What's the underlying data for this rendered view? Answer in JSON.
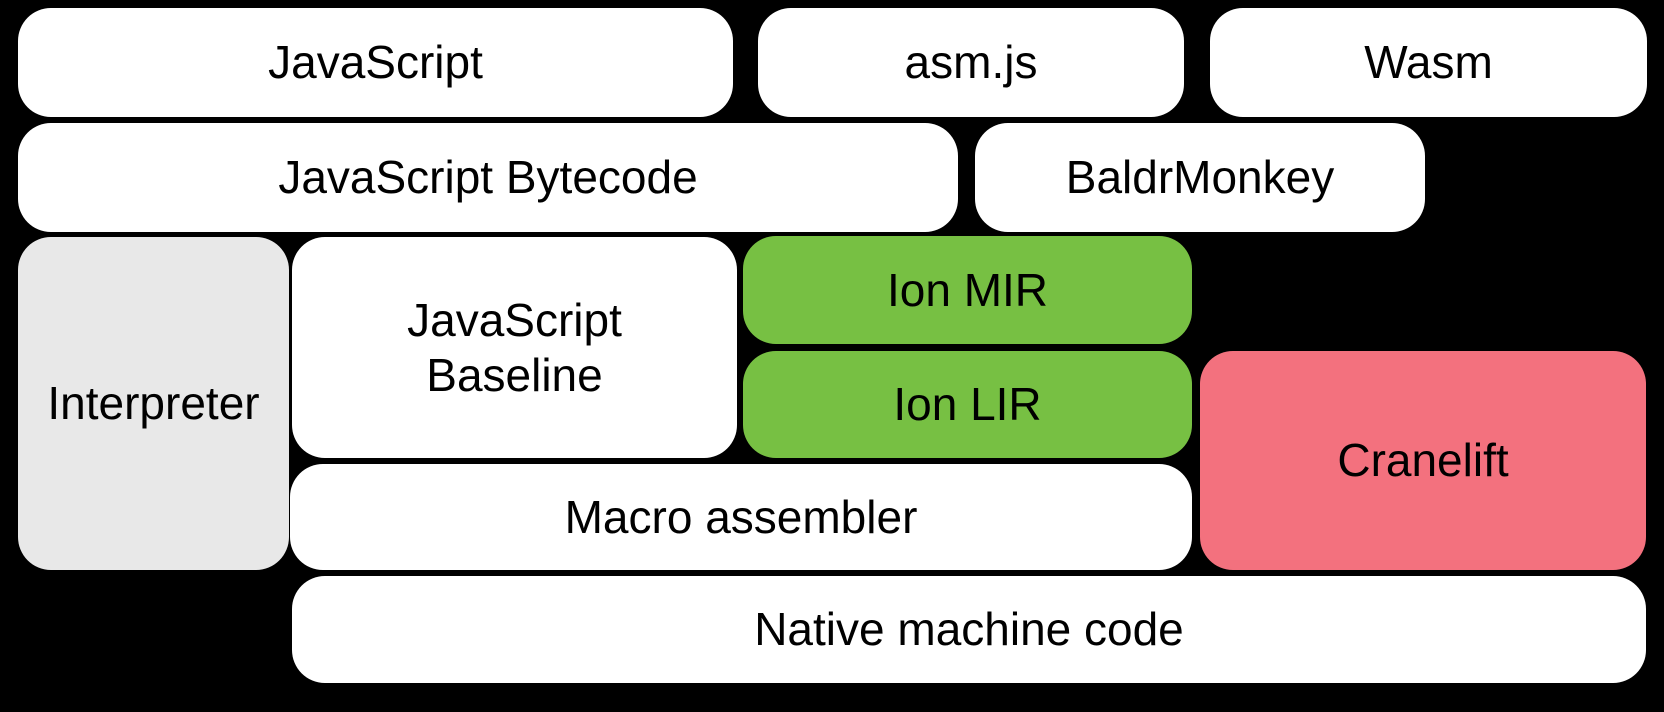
{
  "diagram": {
    "background": "#000000",
    "text_color": "#000000",
    "colors": {
      "box_white": "#ffffff",
      "box_gray": "#e8e8e8",
      "box_green": "#77c043",
      "box_pink": "#f3717e"
    },
    "boxes": {
      "javascript": {
        "label": "JavaScript"
      },
      "asmjs": {
        "label": "asm.js"
      },
      "wasm": {
        "label": "Wasm"
      },
      "bytecode": {
        "label": "JavaScript Bytecode"
      },
      "baldrmonkey": {
        "label": "BaldrMonkey"
      },
      "interpreter": {
        "label": "Interpreter"
      },
      "baseline": {
        "label": "JavaScript\nBaseline"
      },
      "ionmir": {
        "label": "Ion MIR"
      },
      "ionlir": {
        "label": "Ion LIR"
      },
      "cranelift": {
        "label": "Cranelift"
      },
      "macroasm": {
        "label": "Macro assembler"
      },
      "native": {
        "label": "Native machine code"
      }
    }
  }
}
